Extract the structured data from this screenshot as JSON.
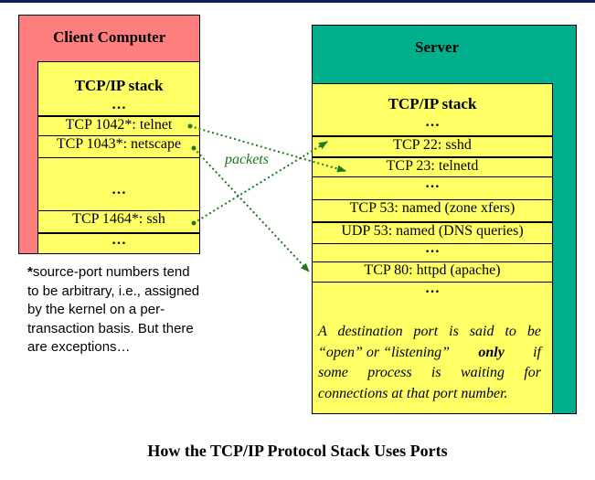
{
  "client": {
    "title": "Client Computer",
    "stack_label": "TCP/IP stack",
    "dots": "…",
    "rows": {
      "telnet": "TCP 1042*: telnet",
      "netscape": "TCP 1043*: netscape",
      "ssh": "TCP 1464*: ssh"
    }
  },
  "server": {
    "title": "Server",
    "stack_label": "TCP/IP stack",
    "dots": "…",
    "rows": {
      "sshd": "TCP 22: sshd",
      "telnetd": "TCP 23: telnetd",
      "named_tcp": "TCP 53: named (zone xfers)",
      "named_udp": "UDP 53: named (DNS queries)",
      "httpd": "TCP 80: httpd (apache)"
    },
    "note": {
      "line1": "A destination port is said to be",
      "line2a": "“open” or “listening”",
      "line2b": "only",
      "line2c": "if",
      "line3": "some process is waiting for",
      "line4": "connections at that port number."
    }
  },
  "arrows_label": "packets",
  "footnote": {
    "star": "*",
    "text": "source-port numbers tend to be arbitrary, i.e., assigned by the kernel on a per-transaction basis. But there are exceptions…"
  },
  "caption": "How the TCP/IP Protocol Stack Uses Ports",
  "colors": {
    "client_bg": "#ff7f7f",
    "server_bg": "#00b08c",
    "stack_bg": "#ffff66",
    "arrow": "#1a7a1a"
  }
}
